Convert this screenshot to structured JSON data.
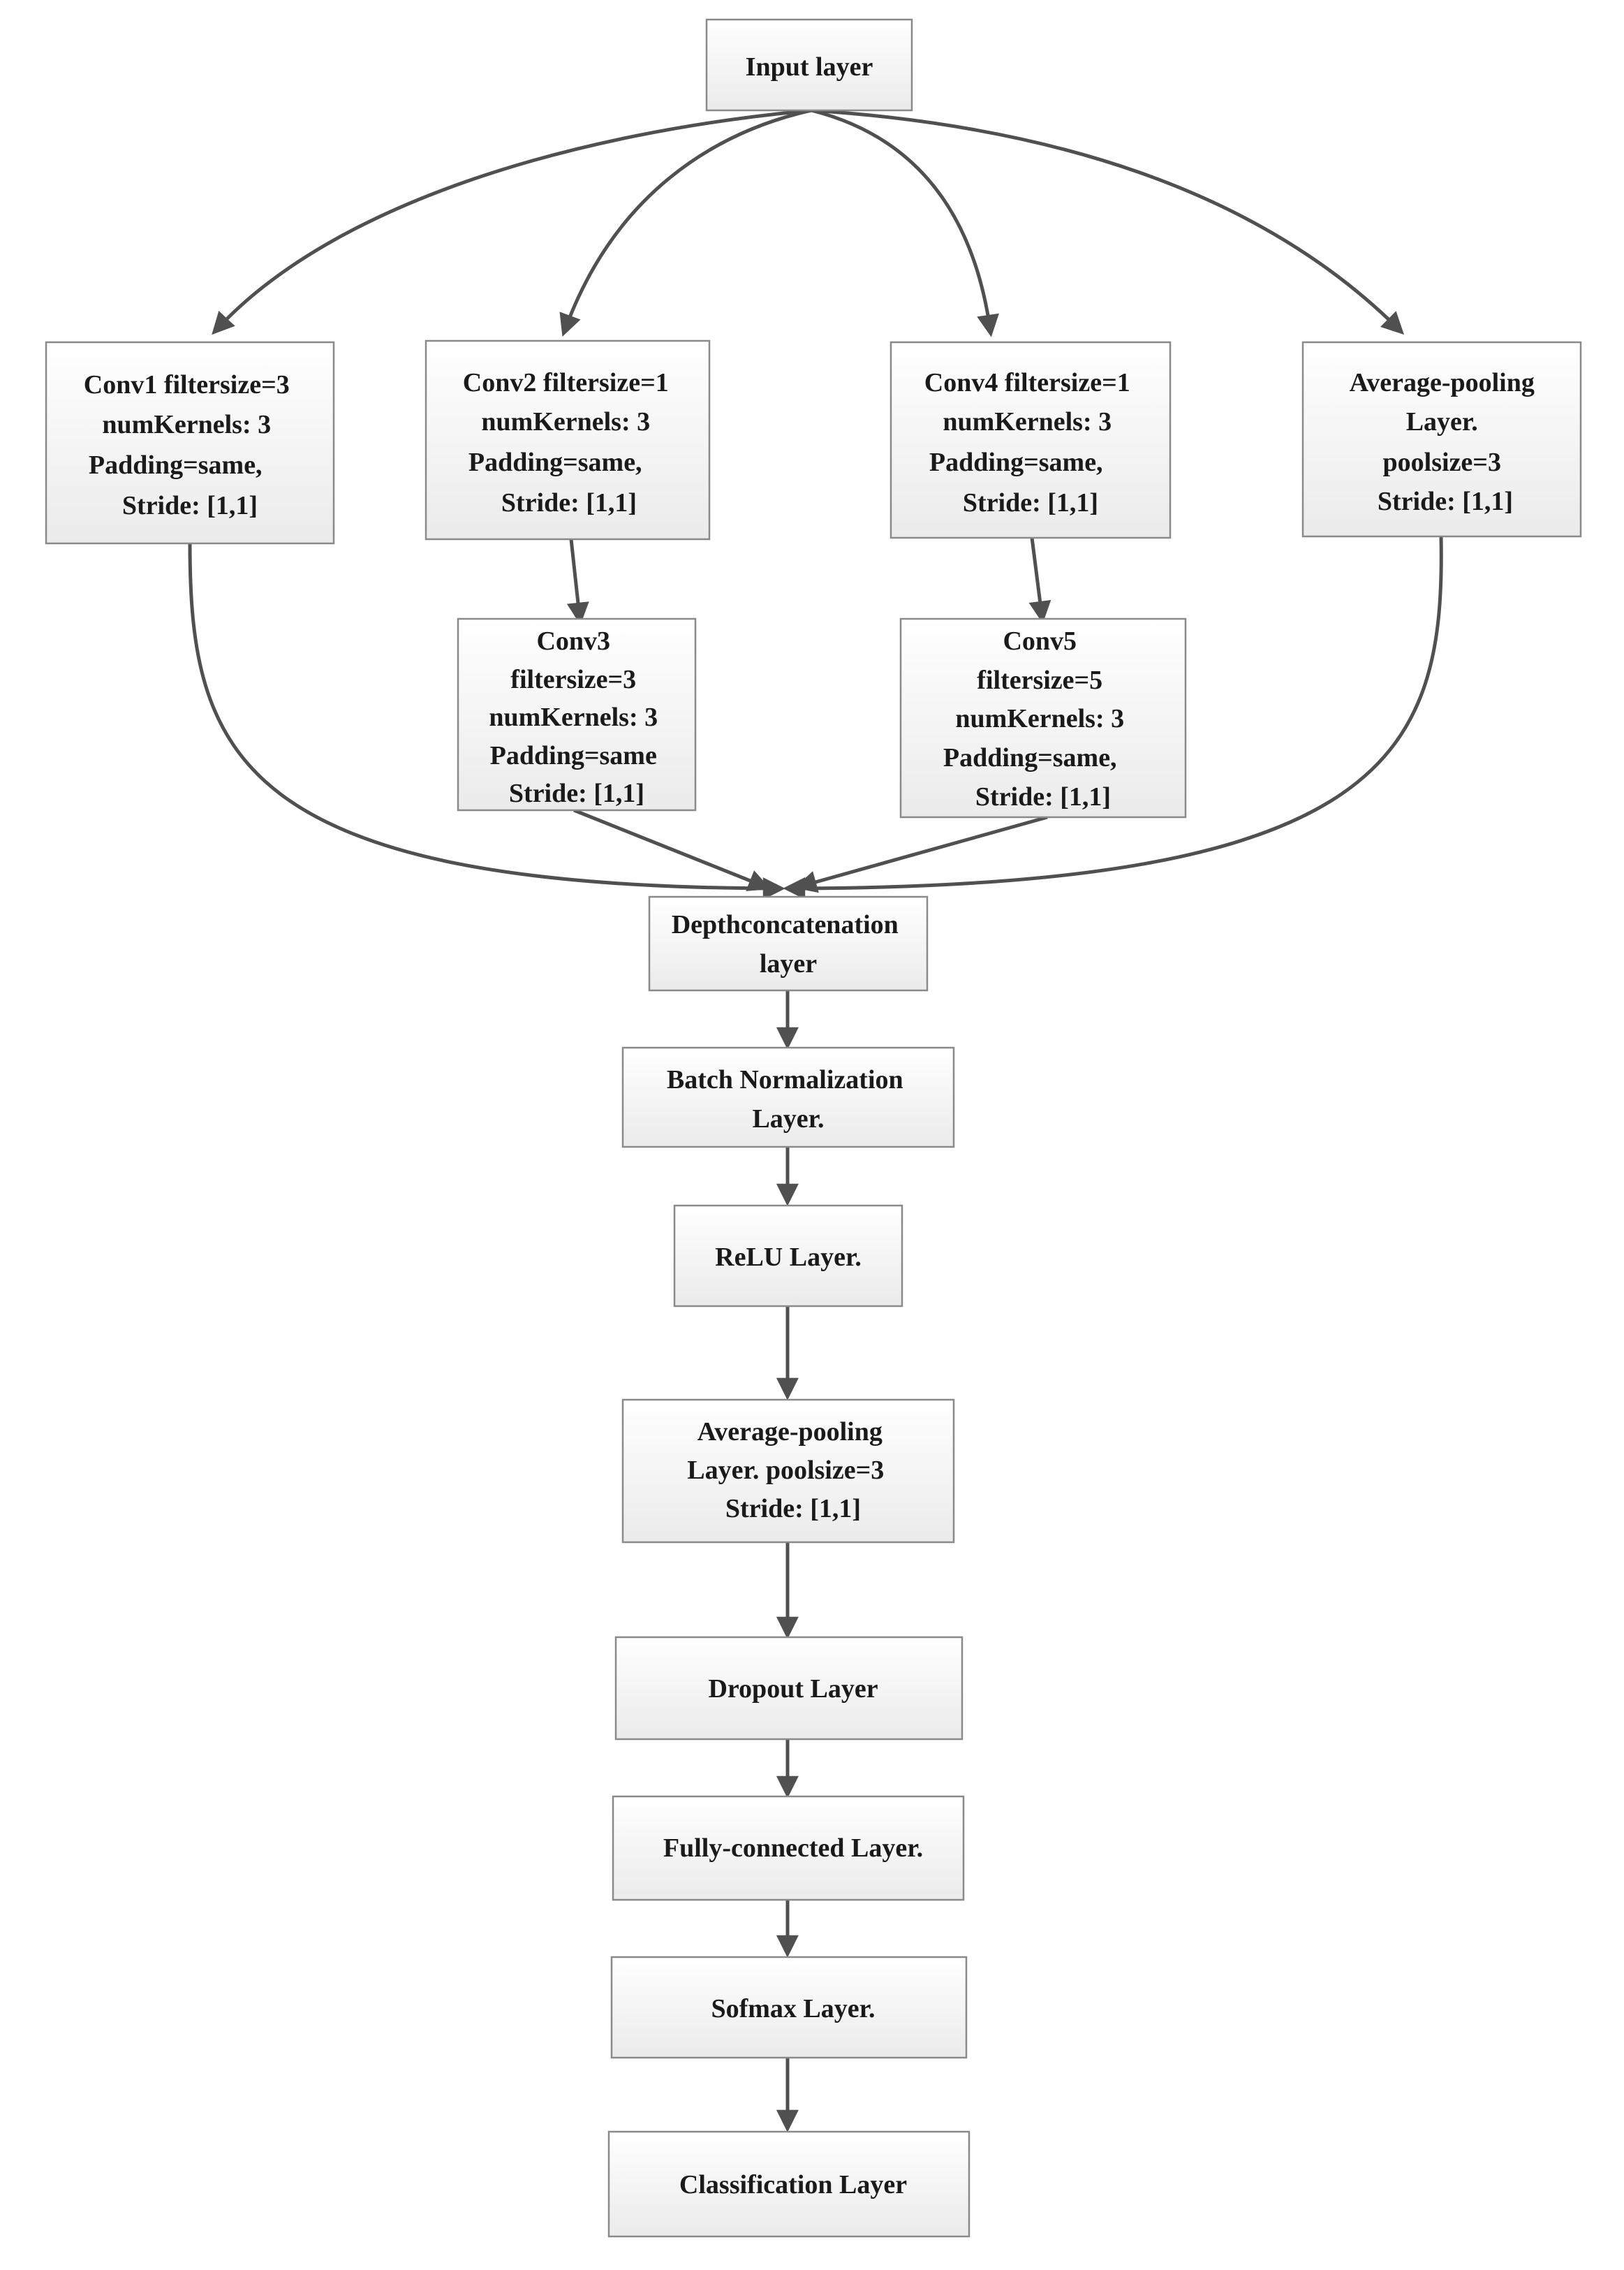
{
  "nodes": {
    "input": {
      "lines": [
        "Input layer"
      ]
    },
    "conv1": {
      "lines": [
        "Conv1 filtersize=3",
        "numKernels: 3",
        "Padding=same,",
        "Stride: [1,1]"
      ]
    },
    "conv2": {
      "lines": [
        "Conv2 filtersize=1",
        "numKernels: 3",
        "Padding=same,",
        "Stride: [1,1]"
      ]
    },
    "conv4": {
      "lines": [
        "Conv4 filtersize=1",
        "numKernels: 3",
        "Padding=same,",
        "Stride: [1,1]"
      ]
    },
    "avgpool1": {
      "lines": [
        "Average-pooling",
        "Layer.",
        "poolsize=3",
        "Stride: [1,1]"
      ]
    },
    "conv3": {
      "lines": [
        "Conv3",
        "filtersize=3",
        "numKernels: 3",
        "Padding=same",
        "Stride: [1,1]"
      ]
    },
    "conv5": {
      "lines": [
        "Conv5",
        "filtersize=5",
        "numKernels: 3",
        "Padding=same,",
        "Stride: [1,1]"
      ]
    },
    "depthcat": {
      "lines": [
        "Depthconcatenation",
        "layer"
      ]
    },
    "batchnorm": {
      "lines": [
        "Batch Normalization",
        "Layer."
      ]
    },
    "relu": {
      "lines": [
        "ReLU Layer."
      ]
    },
    "avgpool2": {
      "lines": [
        "Average-pooling",
        "Layer.  poolsize=3",
        "Stride: [1,1]"
      ]
    },
    "dropout": {
      "lines": [
        "Dropout Layer"
      ]
    },
    "fc": {
      "lines": [
        "Fully-connected Layer."
      ]
    },
    "softmax": {
      "lines": [
        "Sofmax Layer."
      ]
    },
    "classification": {
      "lines": [
        "Classification Layer"
      ]
    }
  },
  "edges": [
    {
      "from": "input",
      "to": "conv1"
    },
    {
      "from": "input",
      "to": "conv2"
    },
    {
      "from": "input",
      "to": "conv4"
    },
    {
      "from": "input",
      "to": "avgpool1"
    },
    {
      "from": "conv2",
      "to": "conv3"
    },
    {
      "from": "conv4",
      "to": "conv5"
    },
    {
      "from": "conv1",
      "to": "depthcat"
    },
    {
      "from": "conv3",
      "to": "depthcat"
    },
    {
      "from": "conv5",
      "to": "depthcat"
    },
    {
      "from": "avgpool1",
      "to": "depthcat"
    },
    {
      "from": "depthcat",
      "to": "batchnorm"
    },
    {
      "from": "batchnorm",
      "to": "relu"
    },
    {
      "from": "relu",
      "to": "avgpool2"
    },
    {
      "from": "avgpool2",
      "to": "dropout"
    },
    {
      "from": "dropout",
      "to": "fc"
    },
    {
      "from": "fc",
      "to": "softmax"
    },
    {
      "from": "softmax",
      "to": "classification"
    }
  ],
  "colors": {
    "box_fill_top": "#ffffff",
    "box_fill_bottom": "#ebebeb",
    "box_border": "#8a8a8a",
    "arrow": "#505050",
    "text": "#1a1a1a"
  }
}
